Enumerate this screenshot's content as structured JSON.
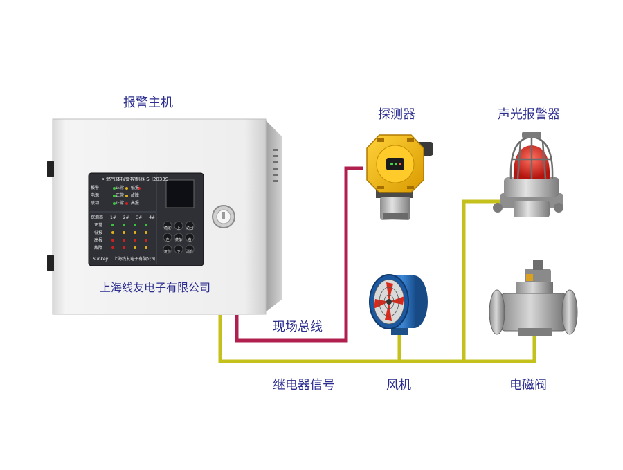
{
  "labels": {
    "host": "报警主机",
    "detector": "探测器",
    "alarm": "声光报警器",
    "bus": "现场总线",
    "relay": "继电器信号",
    "fan": "风机",
    "valve": "电磁阀"
  },
  "panel": {
    "title": "可燃气体报警控制器",
    "model": "SH2033S",
    "rows": [
      "报警",
      "电源",
      "联动"
    ],
    "row_status": [
      "正常",
      "故障",
      "低报",
      "高报"
    ],
    "section": "探测器",
    "channels": [
      "1#",
      "2#",
      "3#",
      "4#"
    ],
    "sub_rows": [
      "正常",
      "低报",
      "高报",
      "故障"
    ],
    "company_small": "上海线友电子有限公司",
    "brand": "Sunkey",
    "keys": [
      "确定",
      "上",
      "返回",
      "左",
      "菜单",
      "右",
      "复位",
      "下",
      "消音"
    ],
    "company": "上海线友电子有限公司"
  },
  "colors": {
    "bus_line": "#b0204e",
    "relay_line": "#c4c01c",
    "label_text": "#2b2d8f"
  }
}
